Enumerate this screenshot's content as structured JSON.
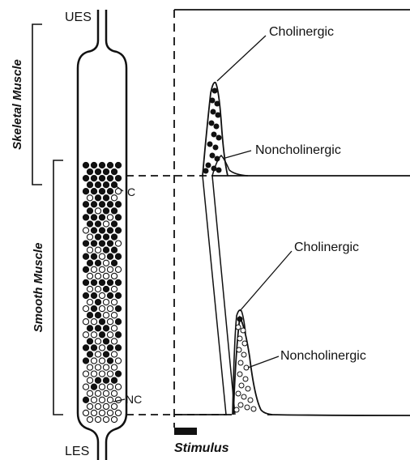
{
  "labels": {
    "ues": "UES",
    "les": "LES",
    "skeletal_muscle": "Skeletal Muscle",
    "smooth_muscle": "Smooth Muscle",
    "c": "C",
    "nc": "NC",
    "upper_cholinergic": "Cholinergic",
    "upper_noncholinergic": "Noncholinergic",
    "lower_cholinergic": "Cholinergic",
    "lower_noncholinergic": "Noncholinergic",
    "stimulus": "Stimulus"
  },
  "colors": {
    "ink": "#111111",
    "background": "#ffffff",
    "filled_dot": "#111111",
    "open_dot": "#ffffff"
  }
}
